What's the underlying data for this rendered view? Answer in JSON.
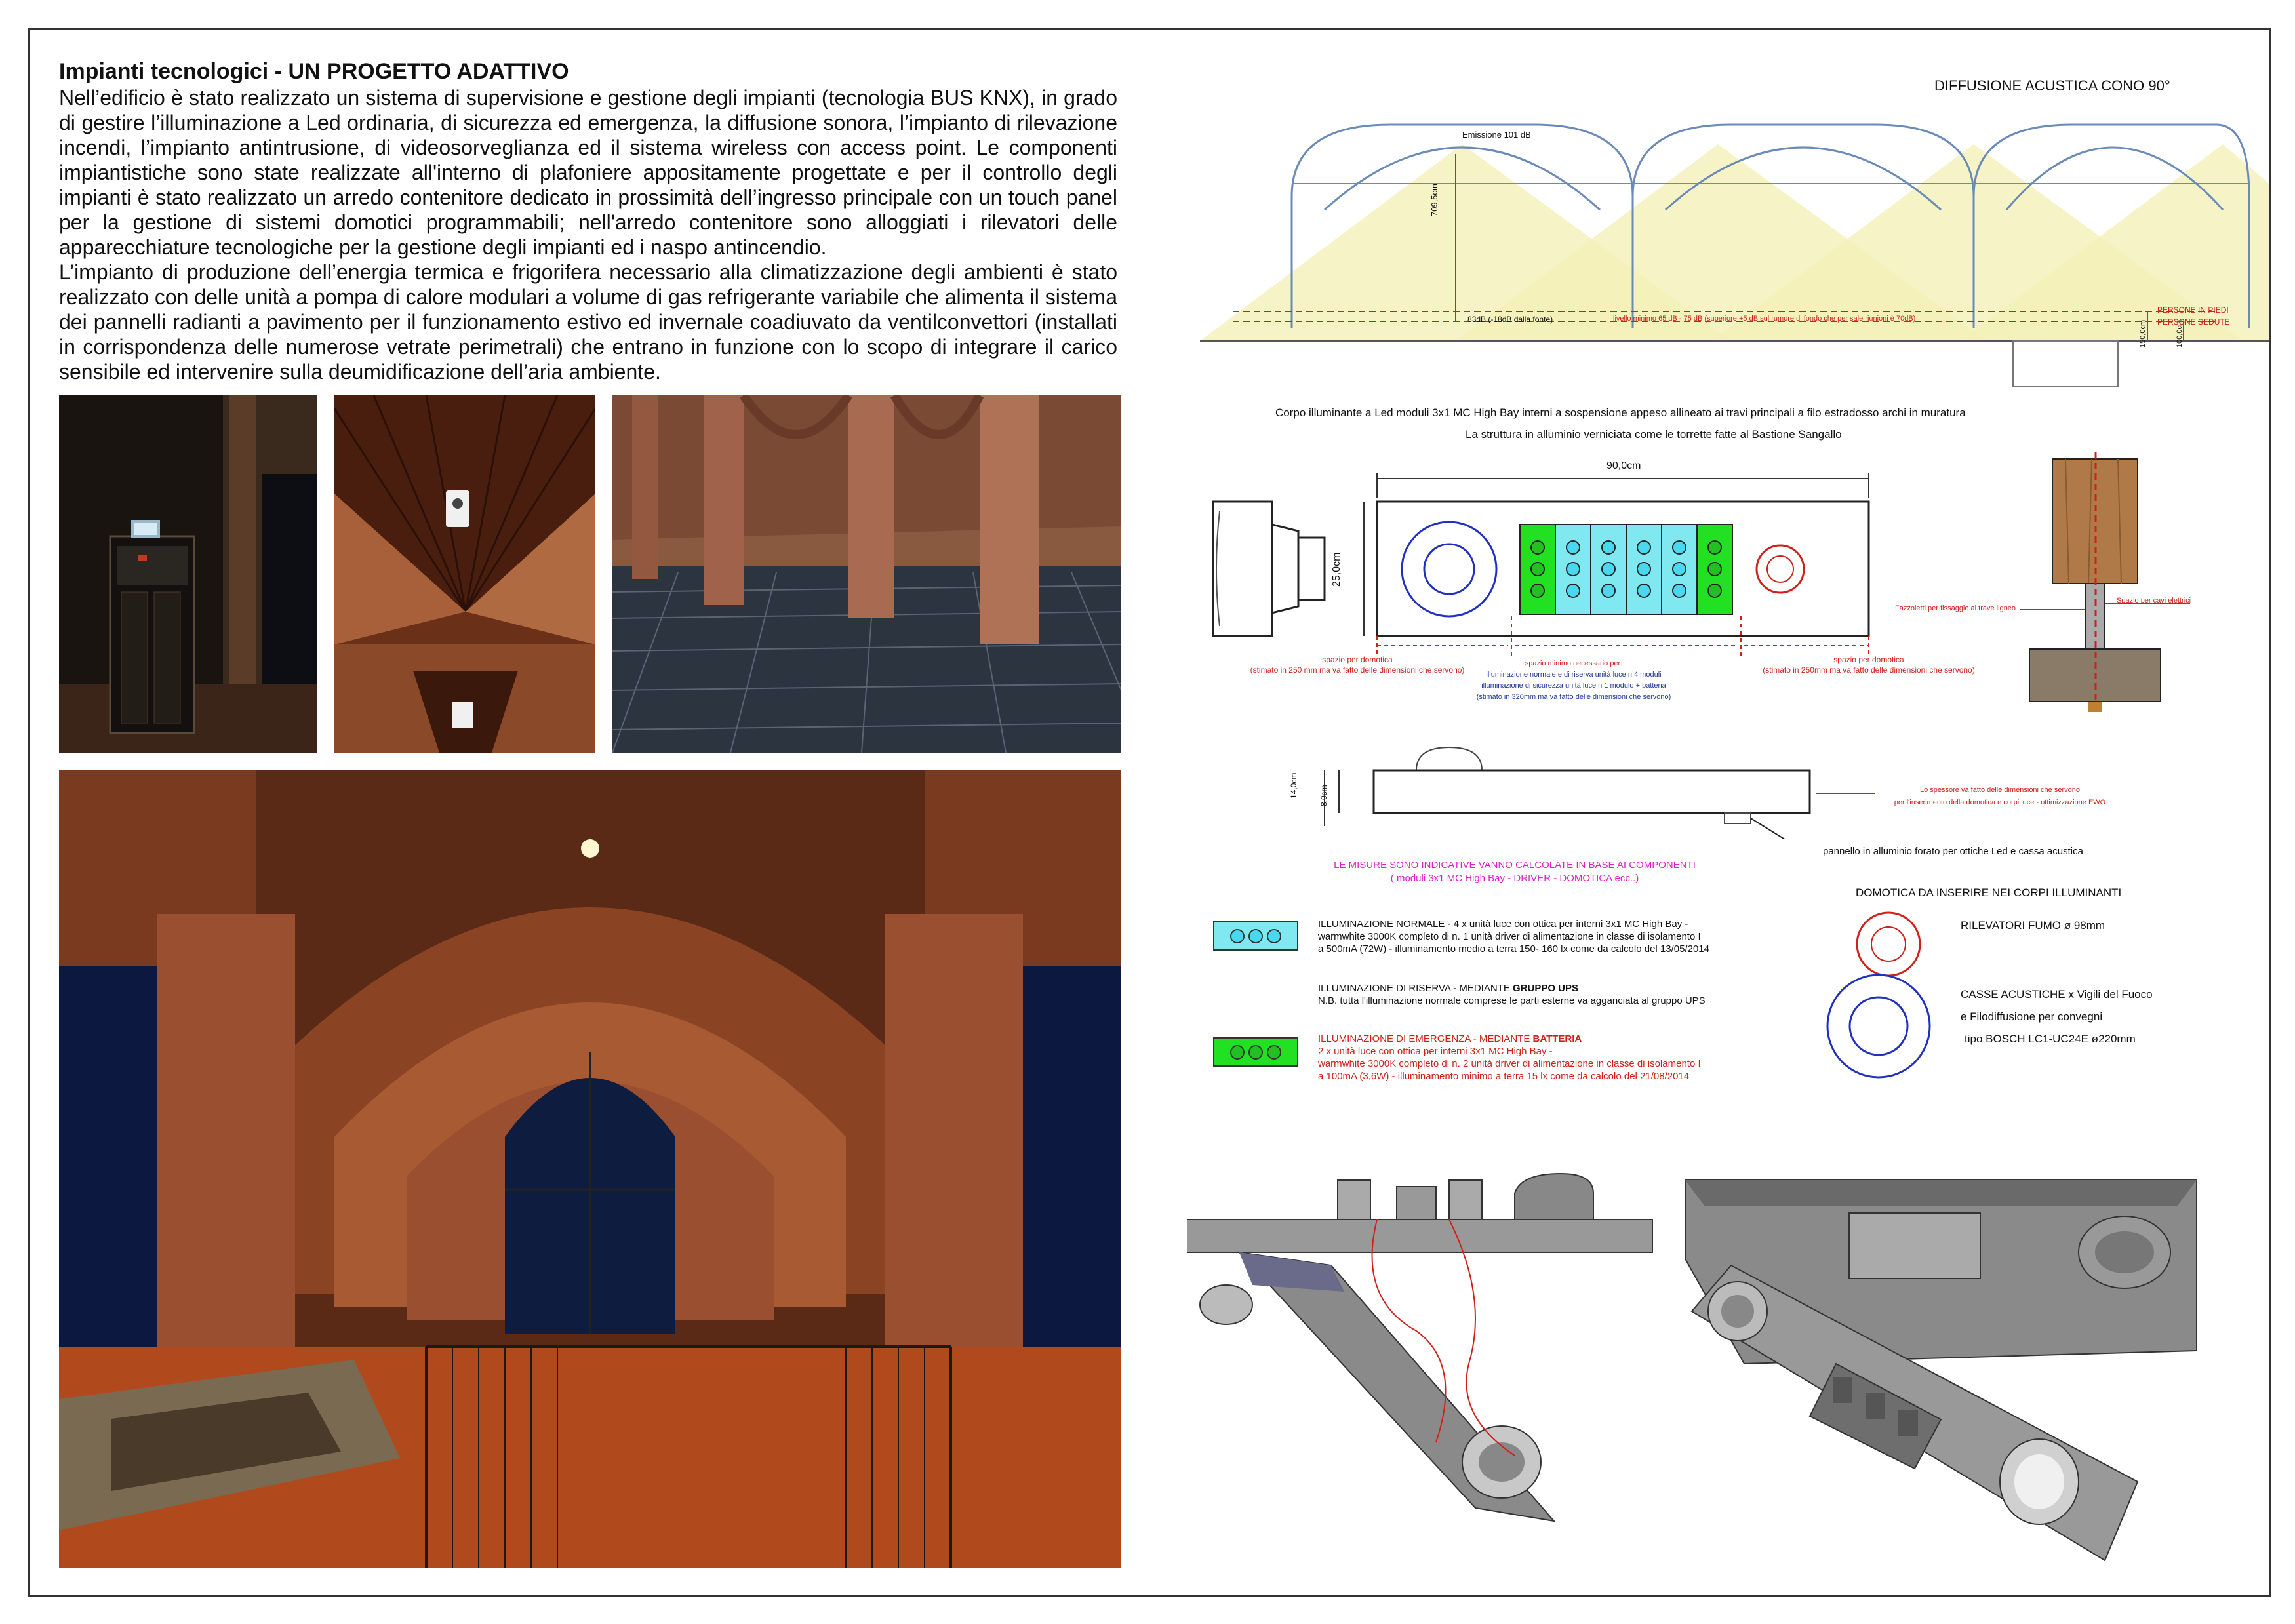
{
  "heading": "Impianti tecnologici - UN PROGETTO ADATTIVO",
  "paragraphs": [
    "Nell’edificio è stato realizzato un sistema di supervisione e gestione degli impianti (tecnologia BUS KNX), in grado di gestire l’illuminazione a Led ordinaria, di sicurezza ed emergenza, la diffusione sonora, l’impianto di rilevazione incendi, l’impianto antintrusione, di videosorveglianza ed il sistema wireless con access point. Le componenti impiantistiche sono state realizzate all'interno di plafoniere appositamente progettate e per il controllo degli impianti è stato realizzato un arredo contenitore dedicato in prossimità dell’ingresso principale con un touch panel per la gestione di sistemi domotici programmabili; nell'arredo contenitore sono alloggiati i rilevatori delle apparecchiature tecnologiche per la gestione degli impianti ed i naspo antincendio.",
    "L’impianto di produzione dell’energia termica e frigorifera necessario alla climatizzazione degli ambienti è stato realizzato con delle unità a pompa di calore modulari a volume di gas refrigerante variabile che alimenta il sistema dei pannelli radianti a pavimento per il funzionamento estivo ed invernale coadiuvato da ventilconvettori (installati in corrispondenza delle numerose vetrate perimetrali) che entrano in funzione con lo scopo di integrare il carico sensibile ed intervenire sulla deumidificazione dell’aria ambiente."
  ],
  "section": {
    "title": "DIFFUSIONE ACUSTICA CONO 90°",
    "emissione": "Emissione 101 dB",
    "dim_height": "709,5cm",
    "level_label": "83dB (-18dB dalla fonte)",
    "level_note": "livello minimo 65 dB - 75 dB (superiore +5 dB sul rumore di fondo che per sale riunioni è 70dB)",
    "persone_piedi": "PERSONE IN PIEDI",
    "persone_sedute": "PERSONE SEDUTE",
    "dim_150": "150,0cm",
    "dim_100": "100,0cm"
  },
  "caption1": "Corpo illuminante a Led moduli 3x1 MC High Bay interni a sospensione appeso allineato ai travi principali a filo estradosso archi  in muratura",
  "caption2": "La struttura in alluminio verniciata come le torrette fatte al Bastione Sangallo",
  "plan": {
    "width_label": "90,0cm",
    "height_label": "25,0cm",
    "space_left": "spazio per domotica",
    "space_left_note": "(stimato in 250 mm ma va fatto delle dimensioni che servono)",
    "space_mid_1": "spazio minimo necessario per:",
    "space_mid_2": "illuminazione normale e di riserva unità luce n 4 moduli",
    "space_mid_3": "illuminazione di sicurezza unità luce n 1 modulo + batteria",
    "space_mid_4": "(stimato in 320mm ma va fatto delle dimensioni che servono)",
    "space_right": "spazio per domotica",
    "space_right_note": "(stimato in 250mm ma va fatto delle dimensioni che servono)"
  },
  "beam": {
    "note_left": "Fazzoletti per fissaggio al trave ligneo",
    "note_right": "Spazio per cavi elettrici"
  },
  "side": {
    "dim_outer": "14,0cm",
    "dim_inner": "8,0cm",
    "note1": "Lo spessore va fatto delle dimensioni che servono",
    "note2": "per l'inserimento della domotica e corpi luce - ottimizzazione EWO",
    "panel_note": "pannello in alluminio forato per ottiche Led e cassa acustica"
  },
  "measures_note_1": "LE MISURE SONO INDICATIVE VANNO CALCOLATE IN BASE AI COMPONENTI",
  "measures_note_2": "( moduli 3x1 MC High Bay - DRIVER - DOMOTICA ecc..)",
  "legend": {
    "normal_title": "ILLUMINAZIONE NORMALE - 4 x unità luce con ottica per interni 3x1 MC High Bay -",
    "normal_2": "warmwhite 3000K completo di n. 1 unità driver di alimentazione in classe di isolamento I",
    "normal_3": "a 500mA (72W)  - illuminamento medio a terra 150- 160 lx come da calcolo del 13/05/2014",
    "riserva_1": "ILLUMINAZIONE DI RISERVA -  MEDIANTE ",
    "riserva_1b": "GRUPPO UPS",
    "riserva_2": "N.B. tutta l'illuminazione normale comprese le parti esterne va agganciata al gruppo UPS",
    "emerg_1": "ILLUMINAZIONE DI EMERGENZA -  MEDIANTE ",
    "emerg_1b": "BATTERIA",
    "emerg_2": "2 x unità luce con ottica per interni 3x1 MC High Bay -",
    "emerg_3": "warmwhite 3000K completo di n. 2 unità driver di alimentazione in classe di isolamento I",
    "emerg_4": "a 100mA (3,6W)  - illuminamento minimo a terra 15 lx come da calcolo del 21/08/2014"
  },
  "domotica": {
    "title": "DOMOTICA DA INSERIRE NEI CORPI ILLUMINANTI",
    "fumo": "RILEVATORI FUMO ø 98mm",
    "casse_1": "CASSE ACUSTICHE x Vigili del Fuoco",
    "casse_2": "e Filodiffusione per convegni",
    "casse_3": "tipo BOSCH LC1-UC24E ø220mm"
  },
  "colors": {
    "cyan": "#7fe8f0",
    "green": "#22e022",
    "red_line": "#d0201a",
    "magenta": "#e020c8",
    "cone": "#f4f0b8"
  }
}
